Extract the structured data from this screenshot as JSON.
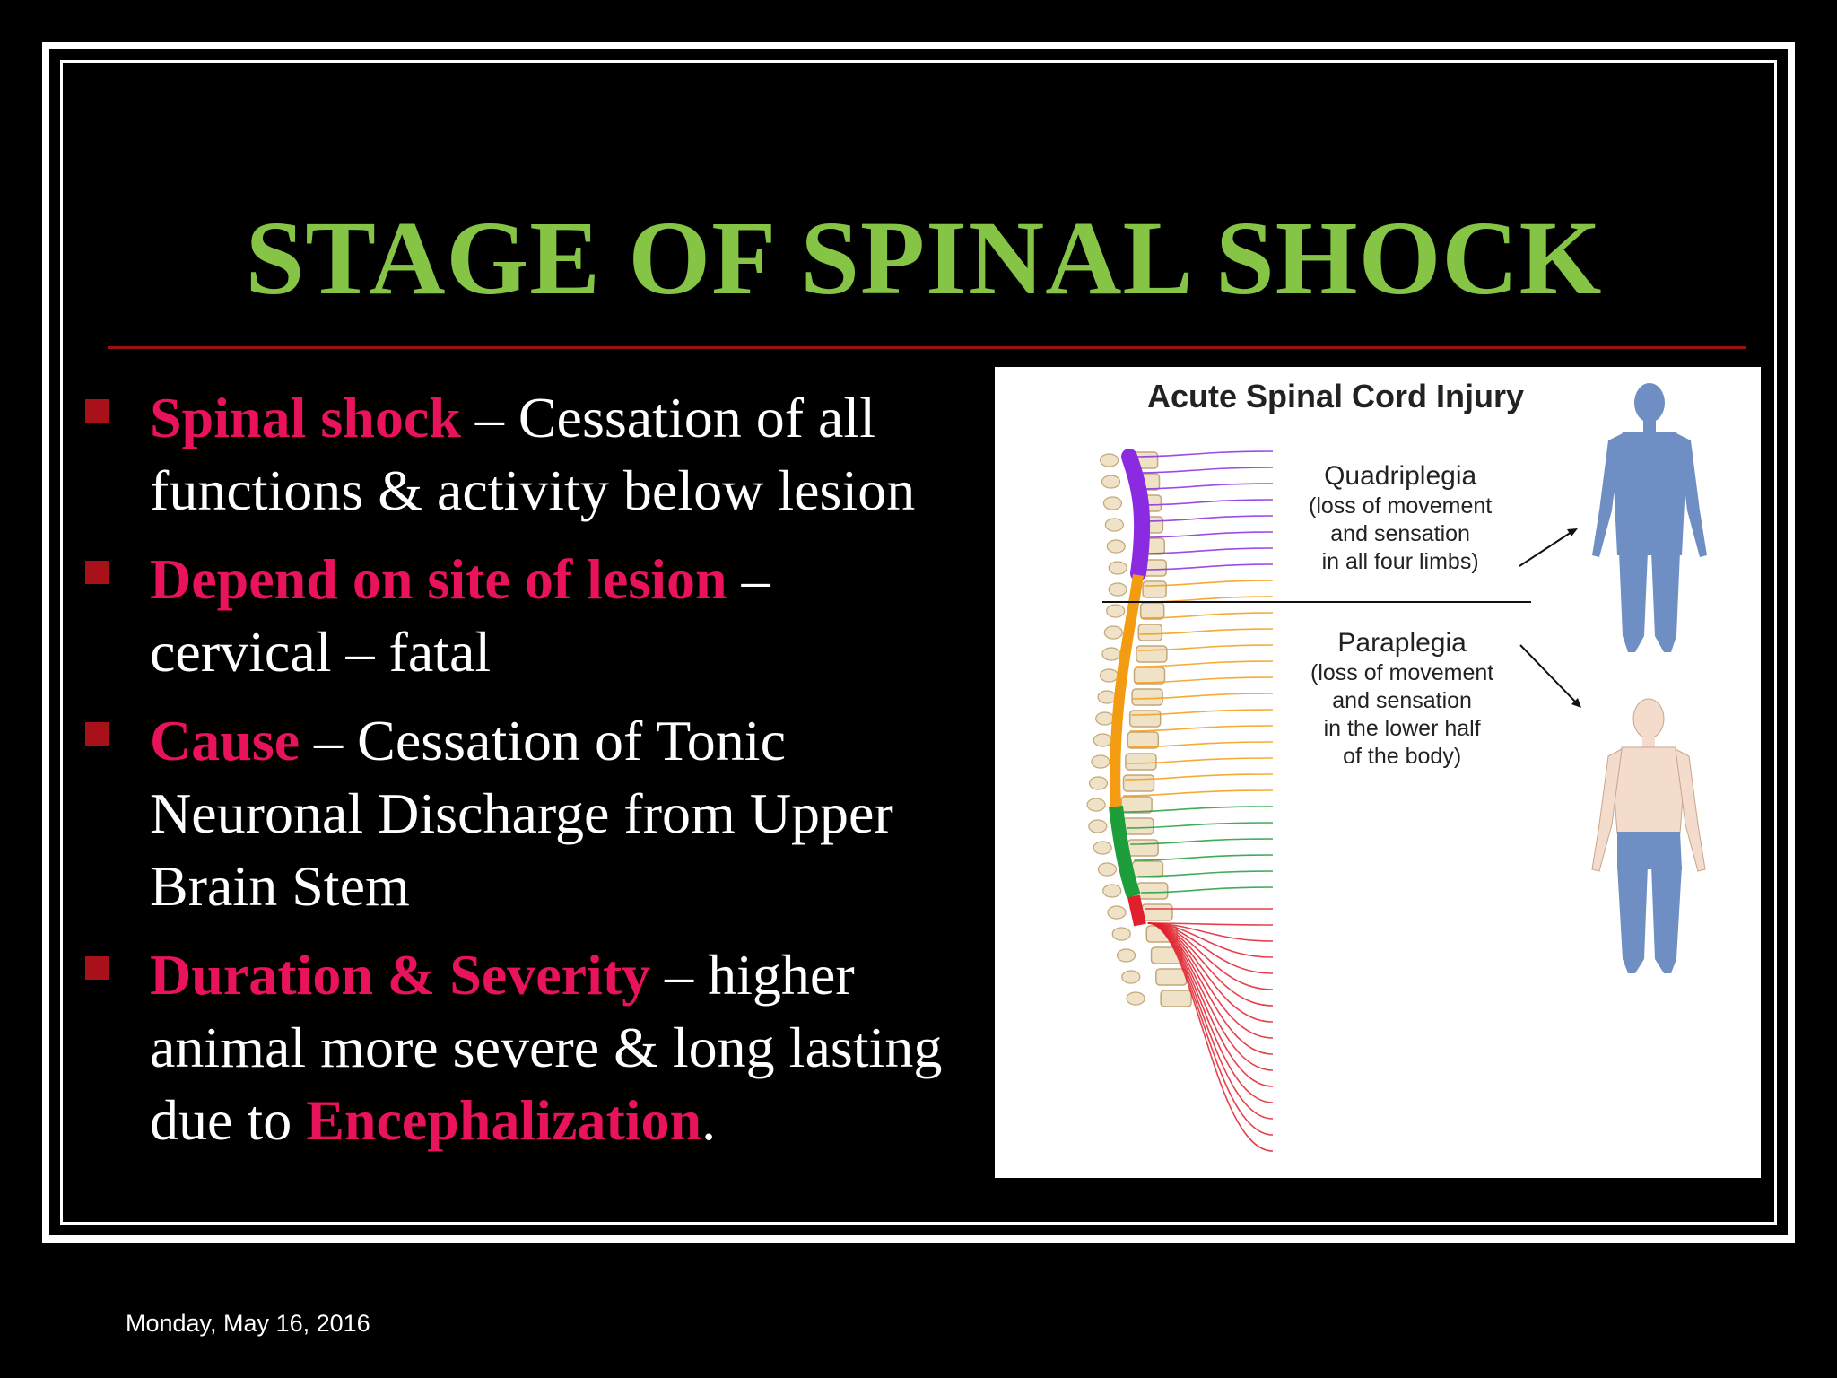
{
  "slide": {
    "title": "STAGE OF SPINAL SHOCK",
    "bullets": [
      {
        "term": "Spinal shock",
        "lines": [
          " – Cessation of all",
          "functions & activity below lesion"
        ]
      },
      {
        "term": "Depend on site of lesion",
        "lines": [
          " –",
          "cervical – fatal"
        ]
      },
      {
        "term": "Cause",
        "lines": [
          " – Cessation of Tonic",
          "Neuronal Discharge from Upper",
          "Brain Stem"
        ]
      },
      {
        "term": "Duration & Severity",
        "lines": [
          " – higher",
          "animal more severe & long lasting",
          "due to "
        ],
        "tail_term": "Encephalization",
        "tail_end": "."
      }
    ],
    "footer_date": "Monday, May 16, 2016"
  },
  "figure": {
    "title": "Acute Spinal Cord Injury",
    "quadriplegia": {
      "heading": "Quadriplegia",
      "lines": [
        "(loss of movement",
        "and sensation",
        "in all four limbs)"
      ]
    },
    "paraplegia": {
      "heading": "Paraplegia",
      "lines": [
        "(loss of movement",
        "and sensation",
        "in the lower half",
        "of the body)"
      ]
    }
  },
  "colors": {
    "title": "#86c445",
    "accent": "#e8125d",
    "marker": "#a8111a",
    "body_text": "#ffffff",
    "cord_cervical": "#8a2be2",
    "cord_thoracic": "#f39c12",
    "cord_lumbar": "#1e9e3a",
    "cord_sacral": "#e0202e",
    "body_affected": "#6f8fc4",
    "body_normal": "#f3dccb"
  }
}
